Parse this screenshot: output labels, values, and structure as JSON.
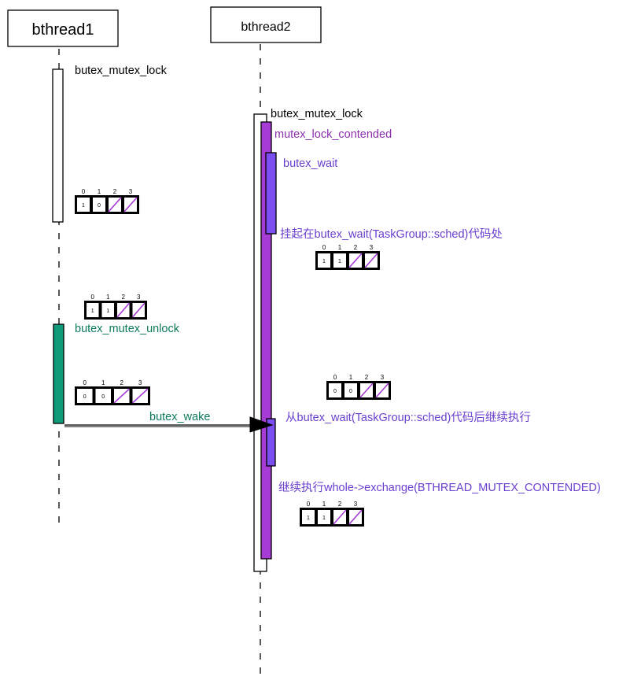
{
  "colors": {
    "black": "#000000",
    "purple": "#a63bd6",
    "wait_blue": "#7a4ef0",
    "green": "#0f9a78",
    "label_purple": "#8a2fae",
    "label_blue": "#6a3fd0",
    "label_green": "#0b7a5a"
  },
  "actors": {
    "bthread1": "bthread1",
    "bthread2": "bthread2"
  },
  "labels": {
    "t1_lock": "butex_mutex_lock",
    "t2_lock": "butex_mutex_lock",
    "contended": "mutex_lock_contended",
    "butex_wait": "butex_wait",
    "suspended": "挂起在butex_wait(TaskGroup::sched)代码处",
    "unlock": "butex_mutex_unlock",
    "wake": "butex_wake",
    "resume": "从butex_wait(TaskGroup::sched)代码后继续执行",
    "exchange": "继续执行whole->exchange(BTHREAD_MUTEX_CONTENDED)"
  },
  "state_arrays": {
    "index_labels": [
      "0",
      "1",
      "2",
      "3"
    ],
    "after_t1_lock": [
      "1",
      "0"
    ],
    "after_t2_wait": [
      "1",
      "1"
    ],
    "before_unlock": [
      "1",
      "1"
    ],
    "after_unlock": [
      "0",
      "0"
    ],
    "on_resume": [
      "0",
      "0"
    ],
    "after_exchange": [
      "1",
      "1"
    ]
  }
}
